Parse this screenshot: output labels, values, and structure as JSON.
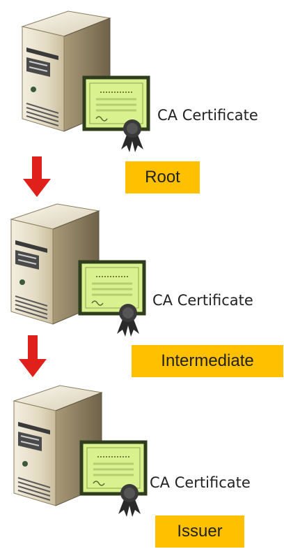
{
  "colors": {
    "label_bg": "#ffc000",
    "arrow": "#e0201b",
    "certificate_fill": "#d9f28f",
    "certificate_border": "#2f3d1e",
    "server_body": "#e9e2cf"
  },
  "icons": {
    "server": "server-tower-icon",
    "certificate": "certificate-icon",
    "arrow": "arrow-down-icon"
  },
  "chain": [
    {
      "cert_label": "CA Certificate",
      "tier_label": "Root"
    },
    {
      "cert_label": "CA Certificate",
      "tier_label": "Intermediate"
    },
    {
      "cert_label": "CA Certificate",
      "tier_label": "Issuer"
    }
  ]
}
